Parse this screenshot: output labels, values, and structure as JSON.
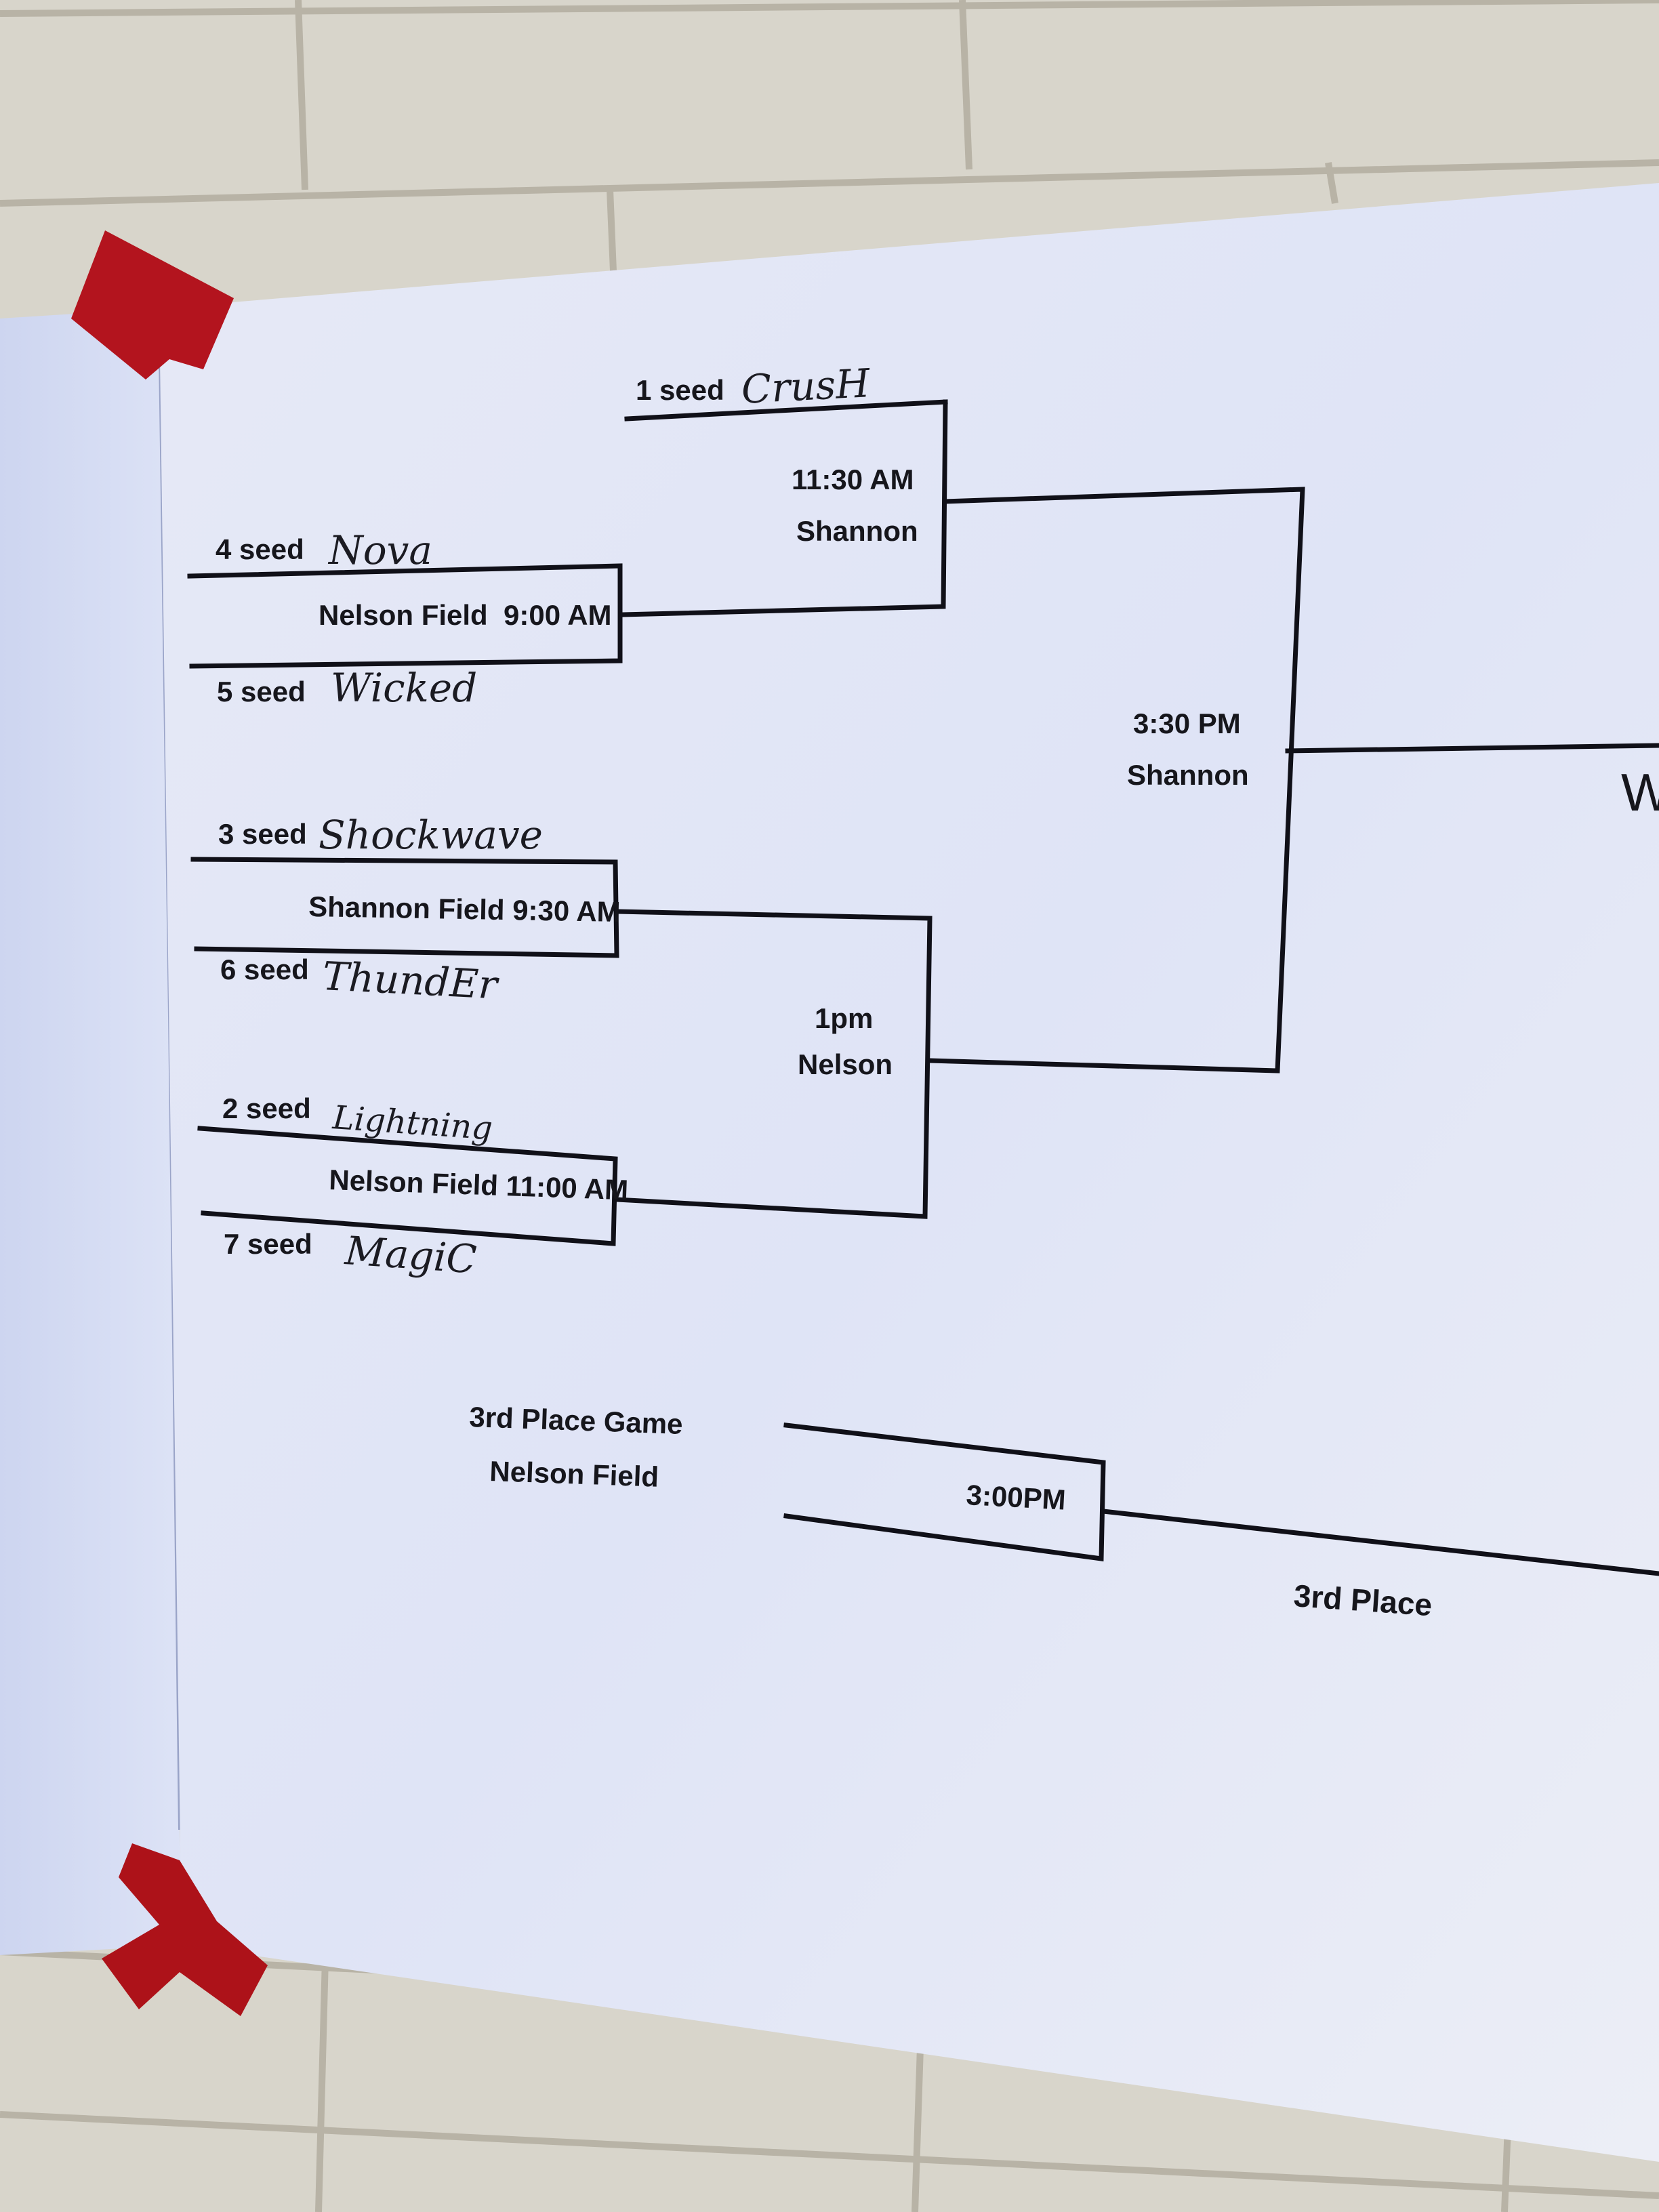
{
  "bracket": {
    "seeds": {
      "s1": {
        "seed_label": "1 seed",
        "team": "CrusH"
      },
      "s4": {
        "seed_label": "4 seed",
        "team": "Nova"
      },
      "s5": {
        "seed_label": "5 seed",
        "team": "Wicked"
      },
      "s3": {
        "seed_label": "3 seed",
        "team": "Shockwave"
      },
      "s6": {
        "seed_label": "6 seed",
        "team": "ThundEr"
      },
      "s2": {
        "seed_label": "2 seed",
        "team": "Lightning"
      },
      "s7": {
        "seed_label": "7 seed",
        "team": "MagiC"
      }
    },
    "games": {
      "g45": "Nelson Field  9:00 AM",
      "g36": "Shannon Field 9:30 AM",
      "g27": "Nelson Field 11:00 AM",
      "semi1_time": "11:30 AM",
      "semi1_field": "Shannon",
      "semi2_time": "1pm",
      "semi2_field": "Nelson",
      "final_time": "3:30 PM",
      "final_field": "Shannon",
      "winner_partial": "W"
    },
    "third_place": {
      "title": "3rd Place Game",
      "field": "Nelson Field",
      "time": "3:00PM",
      "label": "3rd Place"
    }
  },
  "colors": {
    "wall": "#d9d6cc",
    "paper": "#e9ecf6",
    "tape": "#b3141e",
    "ink": "#101018"
  }
}
